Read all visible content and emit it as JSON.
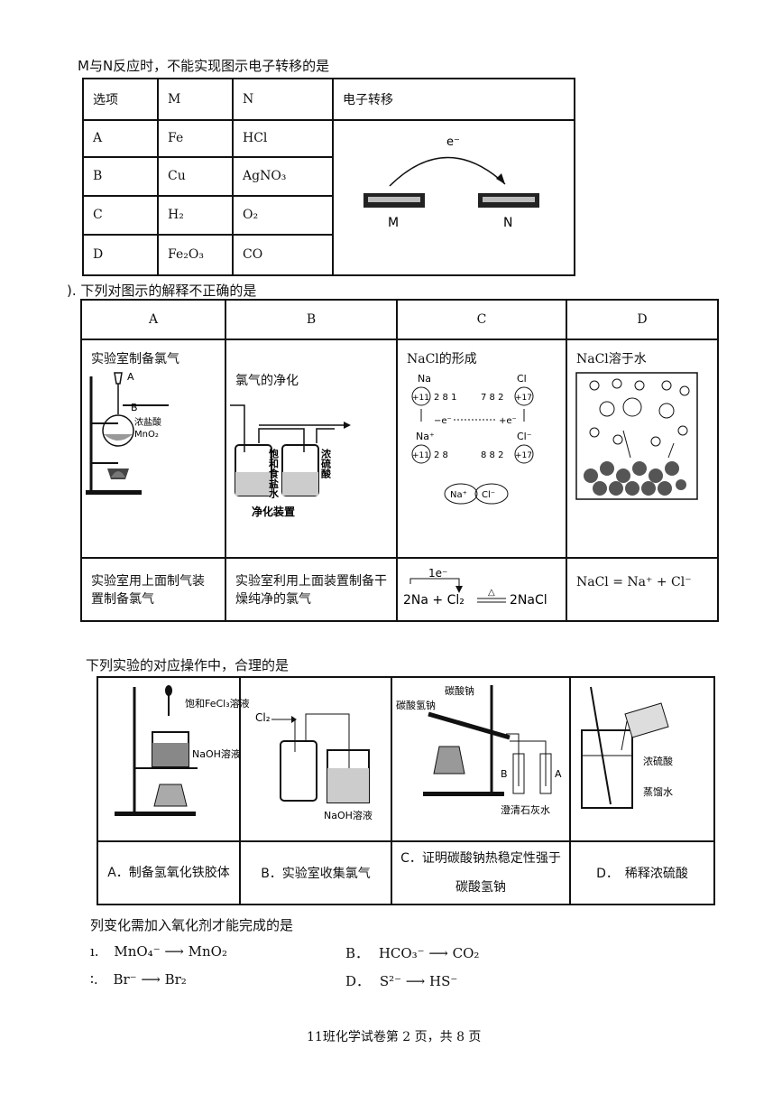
{
  "q1": {
    "stem": "M与N反应时，不能实现图示电子转移的是",
    "headers": [
      "选项",
      "M",
      "N",
      "电子转移"
    ],
    "rows": [
      {
        "opt": "A",
        "m": "Fe",
        "n": "HCl"
      },
      {
        "opt": "B",
        "m": "Cu",
        "n": "AgNO₃"
      },
      {
        "opt": "C",
        "m": "H₂",
        "n": "O₂"
      },
      {
        "opt": "D",
        "m": "Fe₂O₃",
        "n": "CO"
      }
    ],
    "diagram": {
      "electron": "e⁻",
      "left": "M",
      "right": "N"
    }
  },
  "q2": {
    "stem": "). 下列对图示的解释不正确的是",
    "headers": [
      "A",
      "B",
      "C",
      "D"
    ],
    "titles": [
      "实验室制备氯气",
      "氯气的净化",
      "NaCl的形成",
      "NaCl溶于水"
    ],
    "a_labels": {
      "a": "A",
      "b": "B",
      "acid": "浓盐酸",
      "mno2": "MnO₂"
    },
    "b_labels": {
      "left": "饱和食盐水",
      "right": "浓硫酸",
      "caption": "净化装置"
    },
    "c_labels": {
      "na": "Na",
      "cl": "Cl",
      "na_nuc": "+11",
      "cl_nuc": "+17",
      "na_shell": "2 8 1",
      "cl_shell": "7 8 2",
      "lose": "−e⁻",
      "gain": "+e⁻",
      "na_ion": "Na⁺",
      "cl_ion": "Cl⁻",
      "na_ion_shell": "2 8",
      "cl_ion_shell": "8 8 2",
      "ion1": "Na⁺",
      "ion2": "Cl⁻"
    },
    "explanations": [
      "实验室用上面制气装置制备氯气",
      "实验室利用上面装置制备干燥纯净的氯气",
      "",
      "NaCl = Na⁺ + Cl⁻"
    ],
    "c_eq": {
      "e": "1e⁻",
      "lhs": "2Na + Cl₂",
      "cond": "△",
      "rhs": "2NaCl"
    }
  },
  "q3": {
    "stem": "下列实验的对应操作中，合理的是",
    "a_labels": {
      "top": "饱和FeCl₃溶液",
      "bottom": "NaOH溶液"
    },
    "b_labels": {
      "gas": "Cl₂",
      "beaker": "NaOH溶液"
    },
    "c_labels": {
      "left": "碳酸氢钠",
      "right": "碳酸钠",
      "b": "B",
      "a": "A",
      "bottom": "澄清石灰水"
    },
    "d_labels": {
      "acid": "浓硫酸",
      "water": "蒸馏水"
    },
    "options": [
      "A．制备氢氧化铁胶体",
      "B．实验室收集氯气",
      "C．证明碳酸钠热稳定性强于碳酸氢钠",
      "D．　稀释浓硫酸"
    ]
  },
  "q4": {
    "stem": "列变化需加入氧化剂才能完成的是",
    "opts": [
      {
        "label": "ı.",
        "expr": "MnO₄⁻ ⟶ MnO₂"
      },
      {
        "label": "B．",
        "expr": "HCO₃⁻ ⟶ CO₂"
      },
      {
        "label": "∶.",
        "expr": "Br⁻ ⟶ Br₂"
      },
      {
        "label": "D．",
        "expr": "S²⁻ ⟶ HS⁻"
      }
    ]
  },
  "footer": "11班化学试卷第 2 页，共 8 页"
}
